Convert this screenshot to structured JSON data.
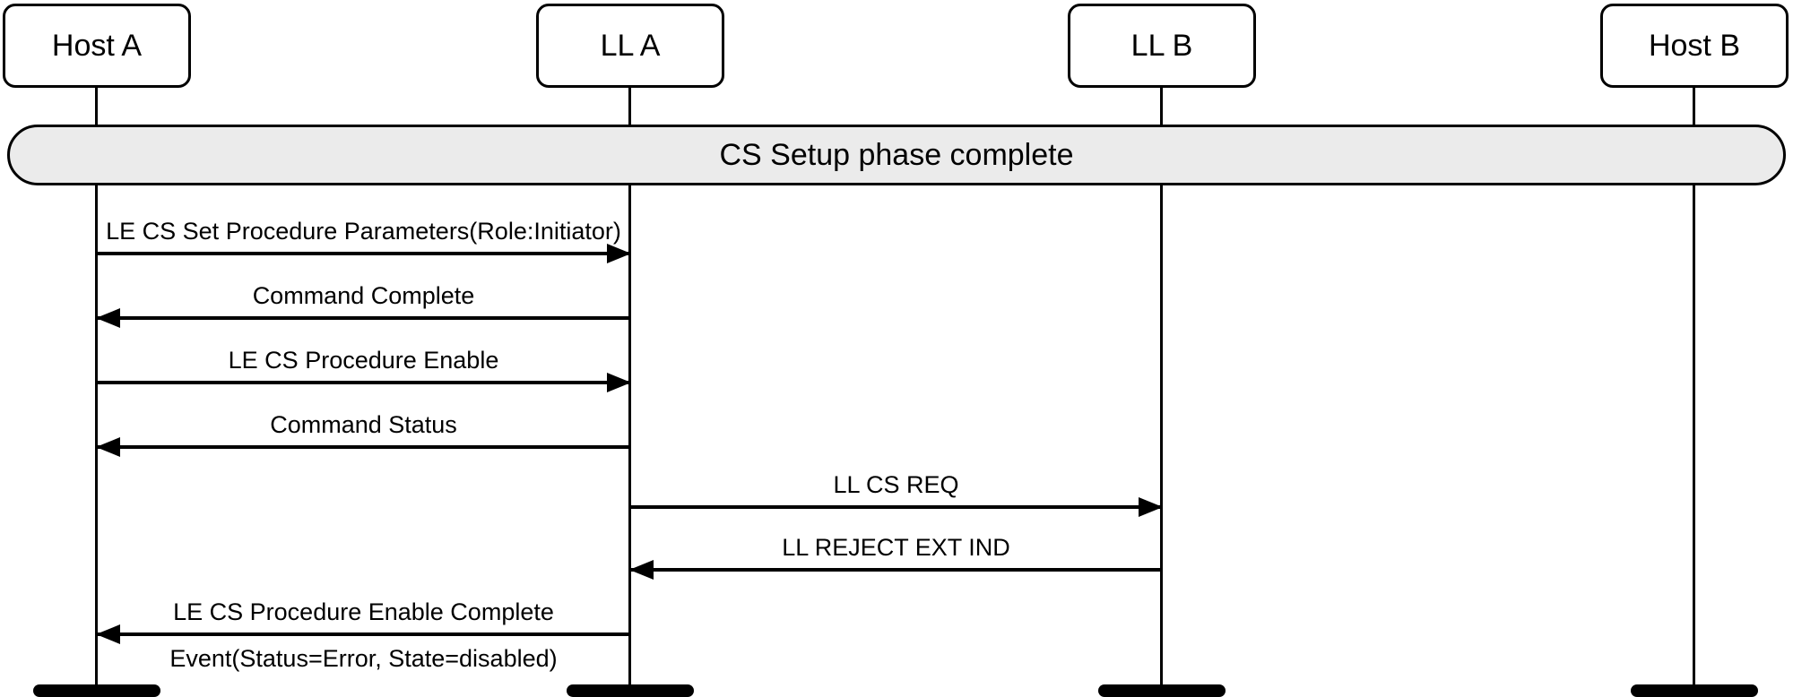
{
  "diagram_type": "sequence-diagram",
  "actors": [
    {
      "label": "Host A"
    },
    {
      "label": "LL A"
    },
    {
      "label": "LL B"
    },
    {
      "label": "Host B"
    }
  ],
  "banner": {
    "label": "CS Setup phase complete"
  },
  "messages": [
    {
      "label": "LE CS Set Procedure Parameters(Role:Initiator)",
      "from": "Host A",
      "to": "LL A",
      "arrow": "right"
    },
    {
      "label": "Command Complete",
      "from": "LL A",
      "to": "Host A",
      "arrow": "left"
    },
    {
      "label": "LE CS Procedure Enable",
      "from": "Host A",
      "to": "LL A",
      "arrow": "right"
    },
    {
      "label": "Command Status",
      "from": "LL A",
      "to": "Host A",
      "arrow": "left"
    },
    {
      "label": "LL CS REQ",
      "from": "LL A",
      "to": "LL B",
      "arrow": "right"
    },
    {
      "label": "LL REJECT EXT IND",
      "from": "LL B",
      "to": "LL A",
      "arrow": "left"
    },
    {
      "label": "LE CS Procedure Enable Complete",
      "sublabel": "Event(Status=Error, State=disabled)",
      "from": "LL A",
      "to": "Host A",
      "arrow": "left"
    }
  ],
  "colors": {
    "stroke": "#000000",
    "background": "#ffffff",
    "box_fill": "#ffffff",
    "banner_fill": "#ebebeb"
  }
}
